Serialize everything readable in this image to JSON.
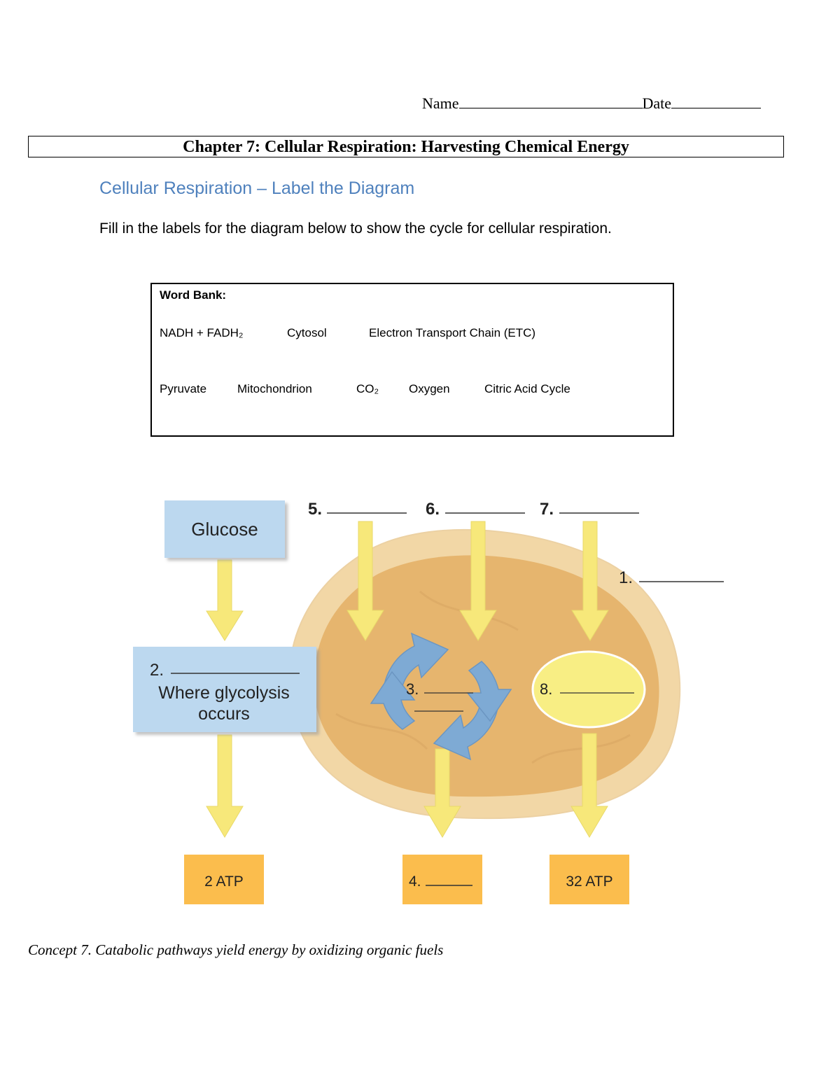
{
  "header": {
    "name_label": "Name",
    "date_label": "Date"
  },
  "title": "Chapter 7: Cellular Respiration: Harvesting Chemical Energy",
  "section_heading": "Cellular Respiration – Label the Diagram",
  "instructions": "Fill in the labels for the diagram below to show the cycle for cellular respiration.",
  "word_bank": {
    "title": "Word Bank:",
    "row1": [
      "NADH + FADH₂",
      "Cytosol",
      "Electron Transport Chain (ETC)"
    ],
    "row2": [
      "Pyruvate",
      "Mitochondrion",
      "CO₂",
      "Oxygen",
      "Citric Acid Cycle"
    ]
  },
  "diagram": {
    "glucose": "Glucose",
    "box2_number": "2.",
    "box2_line1": "Where glycolysis",
    "box2_line2": "occurs",
    "label1": "1.",
    "label3": "3.",
    "label4": "4.",
    "label5": "5.",
    "label6": "6.",
    "label7": "7.",
    "label8": "8.",
    "atp_left": "2 ATP",
    "atp_right": "32 ATP"
  },
  "concept": "Concept 7.  Catabolic pathways yield energy by oxidizing organic fuels",
  "colors": {
    "heading_blue": "#4f81bd",
    "box_blue": "#bcd8ef",
    "cycle_blue": "#7eaad4",
    "arrow_yellow": "#f7e87a",
    "mito_outer": "#f2d7a6",
    "mito_inner": "#e6b56e",
    "atp_orange": "#fbbd4d",
    "ellipse_yellow": "#f8ee84"
  }
}
